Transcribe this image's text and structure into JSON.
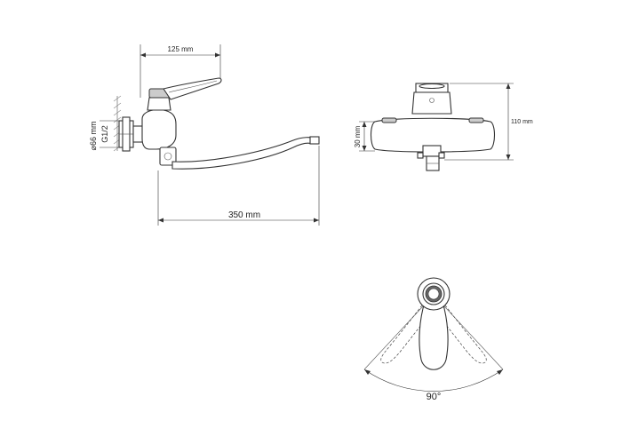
{
  "dimensions": {
    "side_view": {
      "depth": "125 mm",
      "spout_length": "350 mm",
      "flange_diameter": "⌀66 mm",
      "thread": "G1/2"
    },
    "front_view": {
      "height": "110 mm",
      "body_height": "30 mm"
    },
    "top_view": {
      "rotation_angle": "90°"
    }
  },
  "colors": {
    "line": "#333333",
    "background": "#ffffff"
  }
}
